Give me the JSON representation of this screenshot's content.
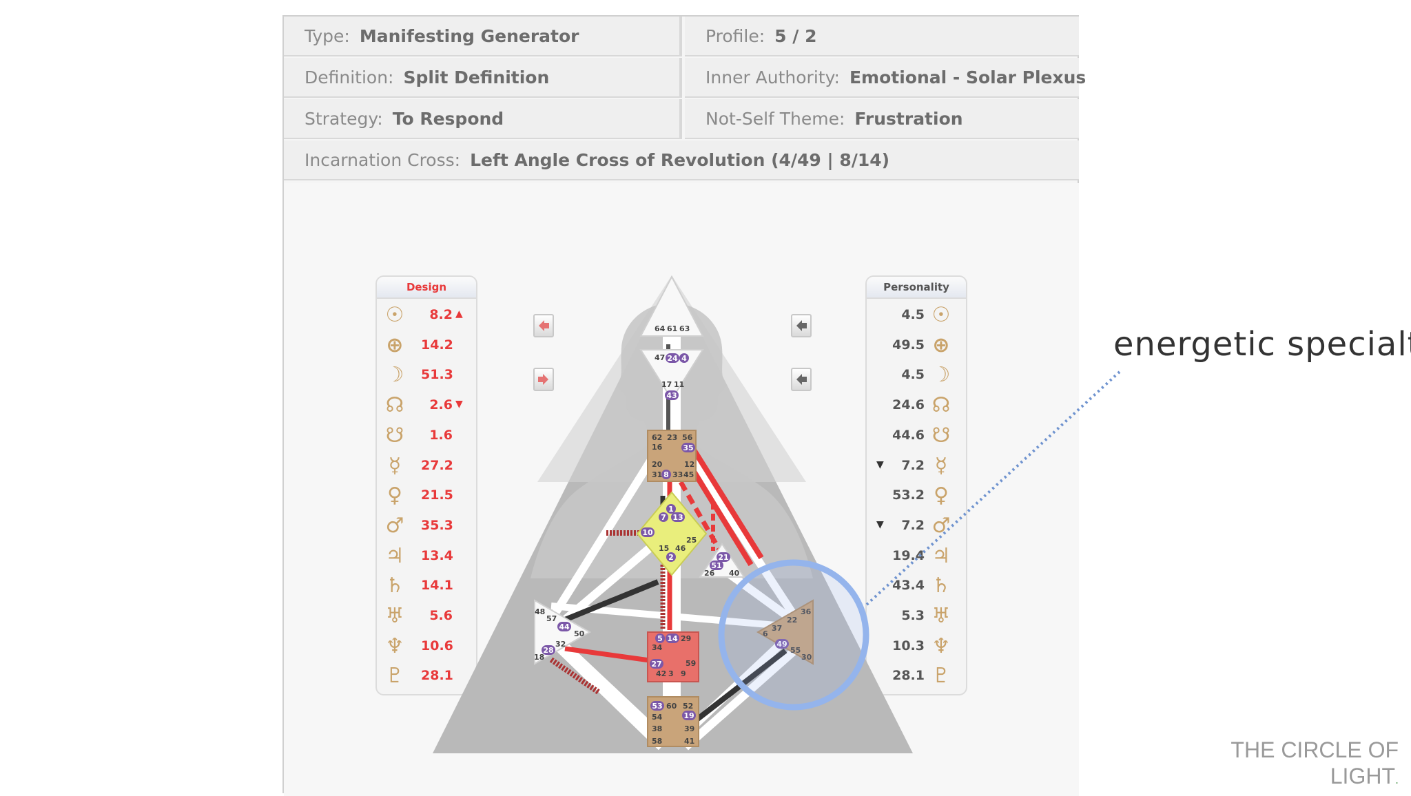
{
  "info": {
    "type_label": "Type:",
    "type_value": "Manifesting Generator",
    "profile_label": "Profile:",
    "profile_value": "5 / 2",
    "definition_label": "Definition:",
    "definition_value": "Split Definition",
    "authority_label": "Inner Authority:",
    "authority_value": "Emotional - Solar Plexus",
    "strategy_label": "Strategy:",
    "strategy_value": "To Respond",
    "notself_label": "Not-Self Theme:",
    "notself_value": "Frustration",
    "cross_label": "Incarnation Cross:",
    "cross_value": "Left Angle Cross of Revolution (4/49 | 8/14)"
  },
  "design": {
    "title": "Design",
    "color": "#e8393a",
    "rows": [
      {
        "glyph": "☉",
        "icon": "sun-icon",
        "value": "8.2",
        "arrow": "▲"
      },
      {
        "glyph": "⊕",
        "icon": "earth-icon",
        "value": "14.2",
        "arrow": ""
      },
      {
        "glyph": "☽",
        "icon": "moon-icon",
        "value": "51.3",
        "arrow": ""
      },
      {
        "glyph": "☊",
        "icon": "north-node-icon",
        "value": "2.6",
        "arrow": "▼"
      },
      {
        "glyph": "☋",
        "icon": "south-node-icon",
        "value": "1.6",
        "arrow": ""
      },
      {
        "glyph": "☿",
        "icon": "mercury-icon",
        "value": "27.2",
        "arrow": ""
      },
      {
        "glyph": "♀",
        "icon": "venus-icon",
        "value": "21.5",
        "arrow": ""
      },
      {
        "glyph": "♂",
        "icon": "mars-icon",
        "value": "35.3",
        "arrow": ""
      },
      {
        "glyph": "♃",
        "icon": "jupiter-icon",
        "value": "13.4",
        "arrow": ""
      },
      {
        "glyph": "♄",
        "icon": "saturn-icon",
        "value": "14.1",
        "arrow": ""
      },
      {
        "glyph": "♅",
        "icon": "uranus-icon",
        "value": "5.6",
        "arrow": ""
      },
      {
        "glyph": "♆",
        "icon": "neptune-icon",
        "value": "10.6",
        "arrow": ""
      },
      {
        "glyph": "♇",
        "icon": "pluto-icon",
        "value": "28.1",
        "arrow": ""
      }
    ]
  },
  "personality": {
    "title": "Personality",
    "color": "#555555",
    "rows": [
      {
        "glyph": "☉",
        "icon": "sun-icon",
        "value": "4.5",
        "arrow": ""
      },
      {
        "glyph": "⊕",
        "icon": "earth-icon",
        "value": "49.5",
        "arrow": ""
      },
      {
        "glyph": "☽",
        "icon": "moon-icon",
        "value": "4.5",
        "arrow": ""
      },
      {
        "glyph": "☊",
        "icon": "north-node-icon",
        "value": "24.6",
        "arrow": ""
      },
      {
        "glyph": "☋",
        "icon": "south-node-icon",
        "value": "44.6",
        "arrow": ""
      },
      {
        "glyph": "☿",
        "icon": "mercury-icon",
        "value": "7.2",
        "arrow": "▼"
      },
      {
        "glyph": "♀",
        "icon": "venus-icon",
        "value": "53.2",
        "arrow": ""
      },
      {
        "glyph": "♂",
        "icon": "mars-icon",
        "value": "7.2",
        "arrow": "▼"
      },
      {
        "glyph": "♃",
        "icon": "jupiter-icon",
        "value": "19.4",
        "arrow": ""
      },
      {
        "glyph": "♄",
        "icon": "saturn-icon",
        "value": "43.4",
        "arrow": ""
      },
      {
        "glyph": "♅",
        "icon": "uranus-icon",
        "value": "5.3",
        "arrow": ""
      },
      {
        "glyph": "♆",
        "icon": "neptune-icon",
        "value": "10.3",
        "arrow": ""
      },
      {
        "glyph": "♇",
        "icon": "pluto-icon",
        "value": "28.1",
        "arrow": ""
      }
    ]
  },
  "gates": {
    "head": [
      "64",
      "61",
      "63"
    ],
    "ajna": [
      "47",
      "24",
      "4",
      "17",
      "11",
      "43"
    ],
    "throat": [
      "62",
      "23",
      "56",
      "16",
      "35",
      "20",
      "12",
      "31",
      "8",
      "33",
      "45"
    ],
    "g": [
      "1",
      "7",
      "13",
      "10",
      "25",
      "15",
      "46",
      "2"
    ],
    "ego": [
      "21",
      "51",
      "26",
      "40"
    ],
    "spleen": [
      "48",
      "57",
      "44",
      "50",
      "32",
      "28",
      "18"
    ],
    "sacral": [
      "5",
      "14",
      "29",
      "34",
      "27",
      "59",
      "42",
      "3",
      "9"
    ],
    "solar_plexus": [
      "36",
      "22",
      "6",
      "37",
      "49",
      "55",
      "30"
    ],
    "root": [
      "53",
      "60",
      "52",
      "54",
      "19",
      "38",
      "39",
      "58",
      "41"
    ]
  },
  "annotation": "energetic specialty",
  "brand": {
    "line1": "THE CIRCLE OF",
    "line2": "LIGHT",
    "dot": "."
  },
  "colors": {
    "design_red": "#e8393a",
    "personality_black": "#3a3a3a",
    "center_tan": "#c9a47a",
    "g_yellow": "#e9ee7c",
    "sacral_red": "#e8706a",
    "highlight_blue": "#94b4ec",
    "gate_purple": "#7b57a8"
  }
}
